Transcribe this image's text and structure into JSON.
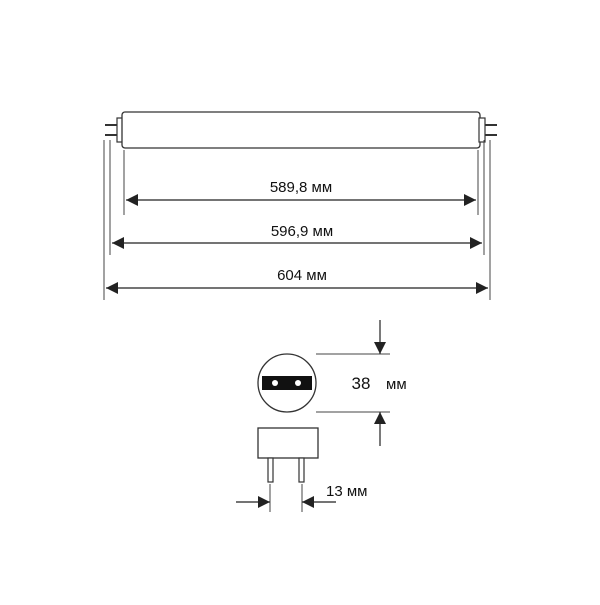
{
  "diagram": {
    "colors": {
      "line": "#222222",
      "tube_fill": "#ffffff",
      "tube_stroke": "#333333",
      "background": "#ffffff"
    },
    "lamp_length_dimensions": [
      {
        "label": "589,8 мм"
      },
      {
        "label": "596,9 мм"
      },
      {
        "label": "604 мм"
      }
    ],
    "diameter": {
      "value": "38",
      "unit": "мм"
    },
    "pin_spacing": {
      "label": "13 мм"
    }
  }
}
